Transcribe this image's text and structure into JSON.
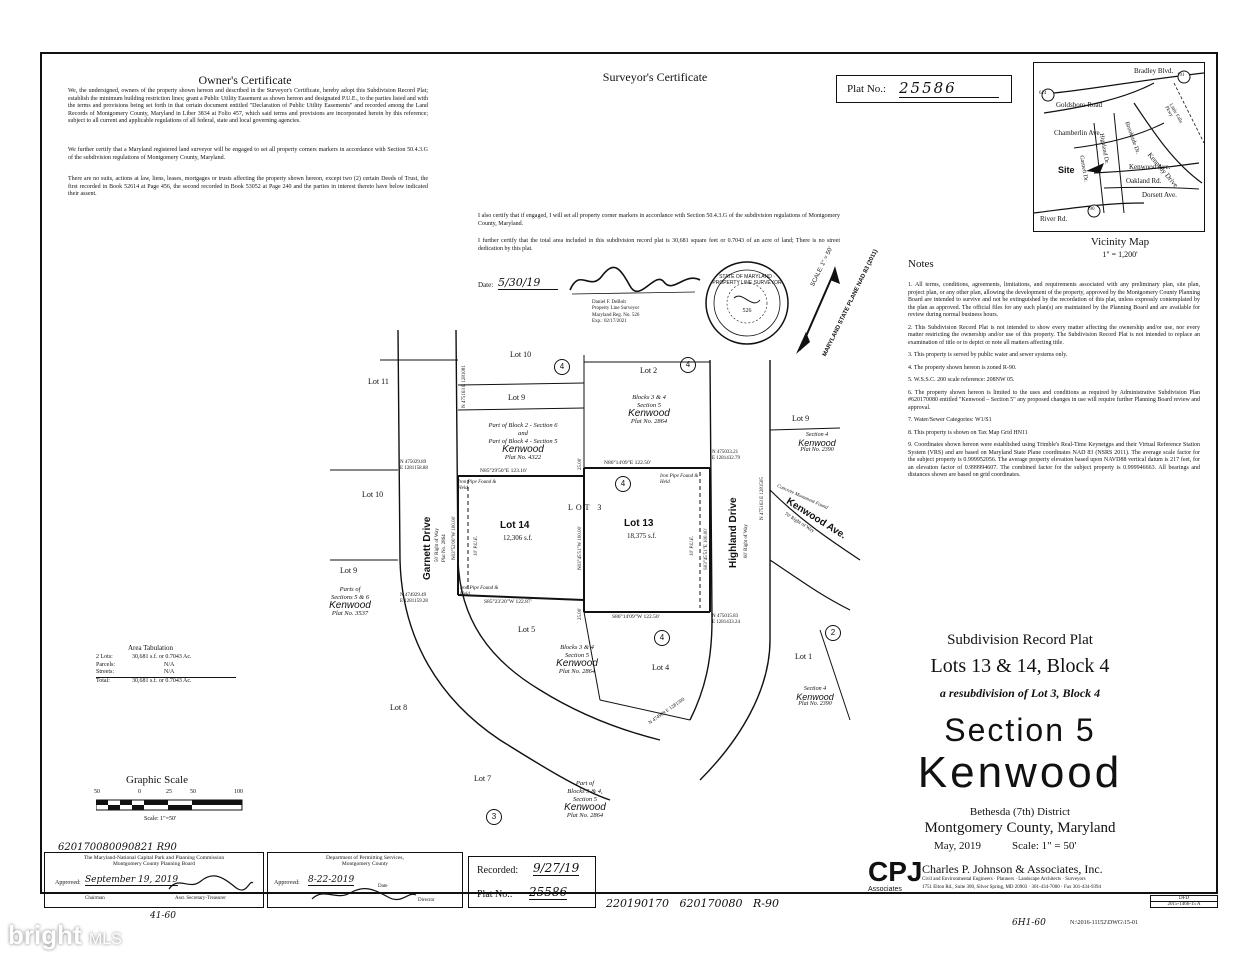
{
  "owners_certificate": {
    "title": "Owner's Certificate",
    "p1": "We, the undersigned, owners of the property shown hereon and described in the Surveyor's Certificate, hereby adopt this Subdivision Record Plat; establish the minimum building restriction lines; grant a Public Utility Easement as shown hereon and designated P.U.E., to the parties listed and with the terms and provisions being set forth in that certain document entitled \"Declaration of Public Utility Easements\" and recorded among the Land Records of Montgomery County, Maryland in Liber 3834 at Folio 457, which said terms and provisions are incorporated herein by this reference; subject to all current and applicable regulations of all federal, state and local governing agencies.",
    "p2": "We further certify that a Maryland registered land surveyor will be engaged to set all property corners markers in accordance with Section 50.4.3.G of the subdivision regulations of Montgomery County, Maryland.",
    "p3": "There are no suits, actions at law, liens, leases, mortgages or trusts affecting the property shown hereon, except two (2) certain Deeds of Trust, the first recorded in Book 52614 at Page 456, the second recorded in Book 53052 at Page 240 and the parties in interest thereto have below indicated their assent."
  },
  "surveyors_certificate": {
    "title": "Surveyor's Certificate",
    "p1": "I also certify that if engaged, I will set all property corner markers in accordance with Section 50.4.3.G of the subdivision regulations of Montgomery County, Maryland.",
    "p2": "I further certify that the total area included in this subdivision record plat is 30,681 square feet or 0.7043 of an acre of land; There is no street dedication by this plat.",
    "date_label": "Date:",
    "date_value": "5/30/19",
    "signer_name": "Daniel F. DeBolt",
    "signer_title": "Property Line Surveyor",
    "signer_reg": "Maryland Reg. No. 526",
    "signer_exp": "Exp.: 02/17/2021",
    "seal_text": "STATE OF MARYLAND · PROPERTY LINE SURVEYOR",
    "seal_center": "526"
  },
  "plat_no": {
    "label": "Plat No.:",
    "value": "25586"
  },
  "vicinity_map": {
    "title": "Vicinity Map",
    "scale": "1\" = 1,200'",
    "site_label": "Site",
    "roads": [
      "Bradley Blvd.",
      "Goldsboro Road",
      "Chamberlin Ave.",
      "Kennedy Drive",
      "Oakland Rd.",
      "Kenwood Ave.",
      "Dorsett Ave.",
      "River Rd.",
      "Brookside Dr.",
      "Highland Dr.",
      "Garnett Dr.",
      "Little Falls Pkwy"
    ],
    "route_numbers": [
      "614",
      "191",
      "190"
    ]
  },
  "north": {
    "scale": "SCALE: 1\" = 50'",
    "datum": "MARYLAND STATE PLANE NAD 83 (2011)"
  },
  "notes": {
    "title": "Notes",
    "items": [
      "1. All terms, conditions, agreements, limitations, and requirements associated with any preliminary plan, site plan, project plan, or any other plan, allowing the development of the property, approved by the Montgomery County Planning Board are intended to survive and not be extinguished by the recordation of this plat, unless expressly contemplated by the plan as approved. The official files for any such plan(s) are maintained by the Planning Board and are available for review during normal business hours.",
      "2. This Subdivision Record Plat is not intended to show every matter affecting the ownership and/or use, nor every matter restricting the ownership and/or use of this property. The Subdivision Record Plat is not intended to replace an examination of title or to depict or note all matters affecting title.",
      "3. This property is served by public water and sewer systems only.",
      "4. The property shown hereon is zoned R-90.",
      "5. W.S.S.C. 200 scale reference: 208NW 05.",
      "6. The property shown hereon is limited to the uses and conditions as required by Administrative Subdivision Plan #620170080 entitled \"Kenwood – Section 5\" any proposed changes in use will require further Planning Board review and approval.",
      "7. Water/Sewer Categories: W1/S1",
      "8. This property is shown on Tax Map Grid HN11",
      "9. Coordinates shown hereon were established using Trimble's Real-Time Keynetgps and their Virtual Reference Station System (VRS) and are based on Maryland State Plane coordinates NAD 83 (NSRS 2011). The average scale factor for the subject property is 0.999952056. The average property elevation based upon NAVD88 vertical datum is 217 feet, for an elevation factor of 0.999994607. The combined factor for the subject property is 0.999946663. All bearings and distances shown are based on grid coordinates."
    ]
  },
  "plat": {
    "lots": {
      "lot10_top": "Lot 10",
      "lot11": "Lot 11",
      "lot2": "Lot 2",
      "lot9_upper": "Lot 9",
      "lot10_left": "Lot 10",
      "lot9_left": "Lot 9",
      "lot9_right": "Lot 9",
      "lot5": "Lot 5",
      "lot4": "Lot 4",
      "lot1": "Lot 1",
      "lot8": "Lot 8",
      "lot7": "Lot 7",
      "lot3": "LOT 3"
    },
    "lot14": {
      "name": "Lot 14",
      "area": "12,306 s.f."
    },
    "lot13": {
      "name": "Lot 13",
      "area": "18,375 s.f."
    },
    "kenwood": "Kenwood",
    "part_block2": [
      "Part of Block 2 - Section 6",
      "and",
      "Part of Block 4 - Section 5"
    ],
    "plat4322": "Plat No. 4322",
    "blocks34_top": [
      "Blocks 3 & 4",
      "Section 5"
    ],
    "plat2864": "Plat No. 2864",
    "section4": "Section 4",
    "plat2390": "Plat No. 2390",
    "parts56": [
      "Parts of",
      "Sections 5 & 6"
    ],
    "plat3537": "Plat No. 3537",
    "blocks34_mid": [
      "Blocks 3 & 4",
      "Section 5"
    ],
    "part_blocks34": [
      "Part of",
      "Blocks 3 & 4,",
      "Section 5"
    ],
    "streets": {
      "garnett": "Garnett Drive",
      "garnett_row": "50' Right of Way",
      "garnett_plat": "Plat No. 2864",
      "highland": "Highland Drive",
      "highland_row": "60' Right of Way",
      "kenwood_ave": "Kenwood Ave.",
      "kenwood_ave_row": "70' Right of Way"
    },
    "bearings": {
      "north_top": "N85°29'50\"E  123.16'",
      "north_right": "N86°14'09\"E  122.50'",
      "south_left": "S85°23'20\"W  122.87'",
      "south_right": "S86°14'09\"W  122.50'",
      "west": "N03°52'00\"W  100.00'",
      "center": "N03°45'51\"W  100.00'",
      "east": "S03°45'51\"E  100.00'",
      "dim25": "25.00'"
    },
    "coords": {
      "nw": [
        "N 475029.89",
        "E 1281158.88"
      ],
      "sw": [
        "N 474929.49",
        "E 1281159.28"
      ],
      "ne": [
        "N 475033.21",
        "E 1281432.79"
      ],
      "se": [
        "N 475015.83",
        "E 1281433.24"
      ],
      "top": [
        "N 475163",
        "E 1281081"
      ],
      "hd": [
        "N 475163",
        "E 1281505"
      ],
      "bot": [
        "N 474909",
        "E 1281500"
      ]
    },
    "pipe": "Iron Pipe Found & Held",
    "pue": "10' P.U.E.",
    "concrete": "Concrete Monument Found",
    "circles": [
      "4",
      "4",
      "4",
      "4",
      "2",
      "3"
    ]
  },
  "area_tabulation": {
    "title": "Area Tabulation",
    "rows": [
      {
        "label": "2 Lots:",
        "value": "30,681 s.f. or 0.7043 Ac."
      },
      {
        "label": "Parcels:",
        "value": "N/A"
      },
      {
        "label": "Streets:",
        "value": "N/A"
      },
      {
        "label": "Total:",
        "value": "30,681 s.f. or 0.7043 Ac."
      }
    ]
  },
  "graphic_scale": {
    "title": "Graphic Scale",
    "ticks": [
      "50",
      "0",
      "25",
      "50",
      "100"
    ],
    "caption": "Scale: 1\"=50'"
  },
  "title_block": {
    "heading": "Subdivision Record Plat",
    "lots": "Lots 13 & 14, Block 4",
    "resub": "a resubdivision of Lot 3, Block 4",
    "section": "Section 5",
    "name": "Kenwood",
    "district": "Bethesda (7th) District",
    "county": "Montgomery County, Maryland",
    "date": "May, 2019",
    "scale": "Scale: 1\" = 50'"
  },
  "firm": {
    "logo": "CPJ",
    "associates": "Associates",
    "name": "Charles P. Johnson & Associates, Inc.",
    "services": "Civil and Environmental Engineers · Planners · Landscape Architects · Surveyors",
    "address": "1751 Elton Rd., Suite 300, Silver Spring, MD 20903 · 301-434-7000 · Fax 301-434-9394"
  },
  "bottom": {
    "handwritten_no": "620170080090821 R90",
    "mncppc_line1": "The Maryland-National Capital Park and Planning Commission",
    "mncppc_line2": "Montgomery County Planning Board",
    "approved": "Approved:",
    "approved_date1": "September 19, 2019",
    "chairman": "Chairman",
    "secretary": "Asst. Secretary-Treasurer",
    "dps_line1": "Department of Permitting Services,",
    "dps_line2": "Montgomery County",
    "approved_date2": "8-22-2019",
    "date_label": "Date",
    "director": "Director",
    "recorded_label": "Recorded:",
    "recorded_value": "9/27/19",
    "plat_label": "Plat No.:",
    "plat_value": "25586",
    "file_no": "220190170   620170080   R-90",
    "grid_left": "41-60",
    "grid_right": "6H1-60",
    "dfd": "DFD",
    "drawing_no": "2015-1466-15 A",
    "path": "N:\\2016-11152\\DWG\\15-01"
  },
  "watermark": {
    "brand": "bright",
    "mls": "MLS"
  }
}
